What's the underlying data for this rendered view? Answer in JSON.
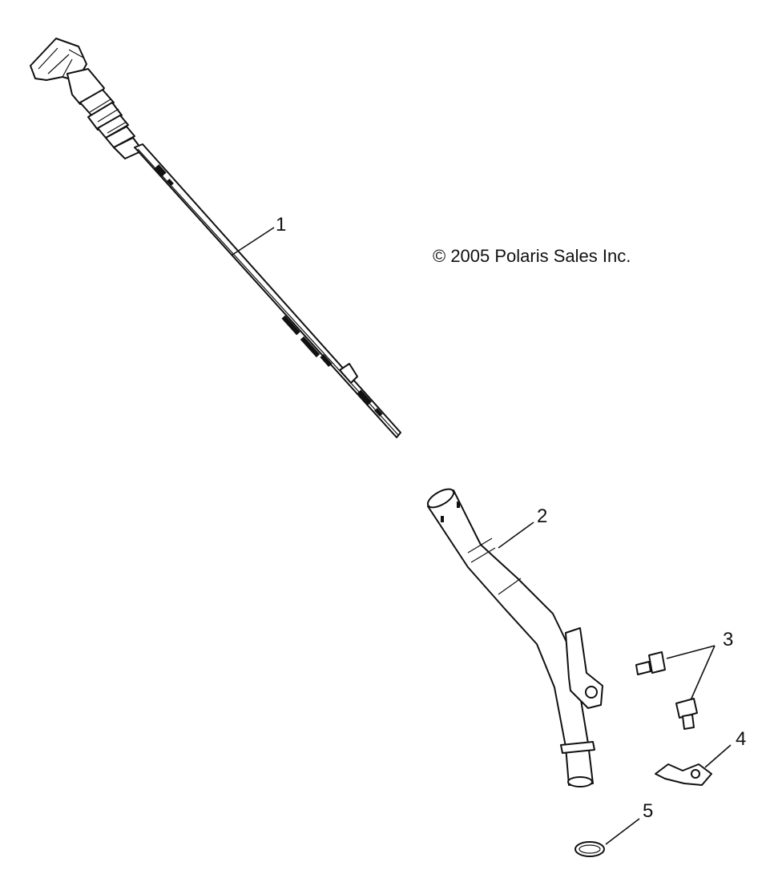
{
  "copyright": "© 2005 Polaris Sales Inc.",
  "callouts": [
    "1",
    "2",
    "3",
    "4",
    "5"
  ]
}
